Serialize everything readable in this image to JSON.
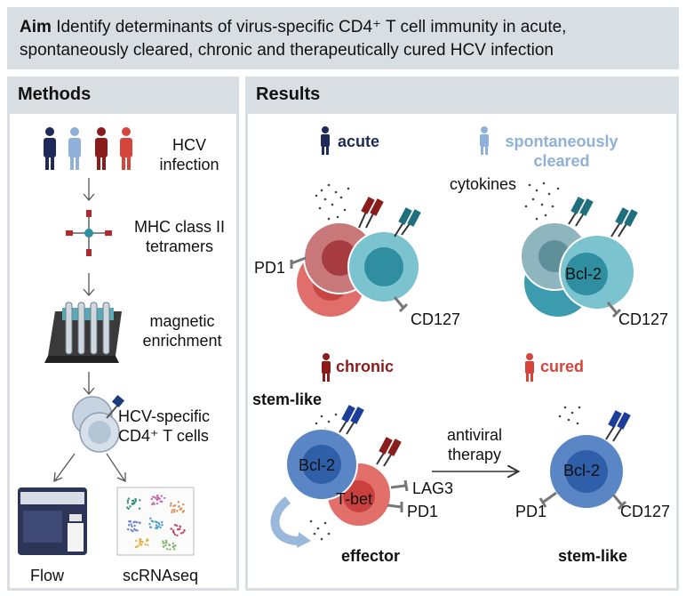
{
  "aim": {
    "label": "Aim",
    "text": "Identify determinants of virus-specific CD4⁺ T cell immunity in acute, spontaneously cleared, chronic and therapeutically cured HCV infection"
  },
  "methods": {
    "title": "Methods",
    "steps": {
      "hcv": [
        "HCV",
        "infection"
      ],
      "mhc": [
        "MHC class II",
        "tetramers"
      ],
      "magnetic": [
        "magnetic",
        "enrichment"
      ],
      "cells": [
        "HCV-specific",
        "CD4⁺ T cells"
      ]
    },
    "outputs": {
      "flow": "Flow",
      "scrnaseq": "scRNAseq"
    }
  },
  "results": {
    "title": "Results",
    "acute": {
      "label": "acute",
      "pd1": "PD1",
      "cd127": "CD127"
    },
    "cleared": {
      "label": [
        "spontaneously",
        "cleared"
      ],
      "cytokines": "cytokines",
      "bcl2": "Bcl-2",
      "cd127": "CD127"
    },
    "chronic": {
      "label": "chronic",
      "stemlike": "stem-like",
      "bcl2": "Bcl-2",
      "tbet": "T-bet",
      "lag3": "LAG3",
      "pd1": "PD1",
      "effector": "effector"
    },
    "cured": {
      "label": "cured",
      "therapy": [
        "antiviral",
        "therapy"
      ],
      "bcl2": "Bcl-2",
      "pd1": "PD1",
      "cd127": "CD127",
      "stemlike": "stem-like"
    }
  },
  "colors": {
    "acute": "#1d2a5a",
    "cleared": "#8fb0d9",
    "chronic": "#8a1c1c",
    "cured": "#d6453c",
    "panel_bg": "#d9dee3",
    "teal": "#2f8fa0",
    "pink": "#d97a78",
    "blue_cell": "#5b86c6"
  }
}
